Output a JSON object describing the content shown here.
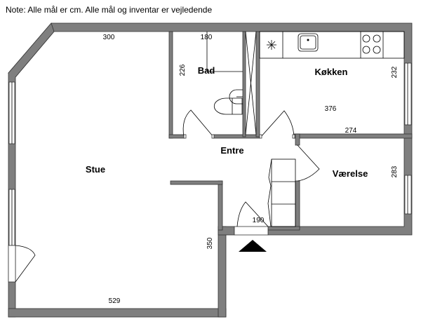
{
  "note": "Note: Alle mål er cm. Alle mål og inventar er vejledende",
  "rooms": {
    "stue": "Stue",
    "bad": "Bad",
    "kokken": "Køkken",
    "entre": "Entre",
    "vaerelse": "Værelse"
  },
  "dimensions": {
    "stue_top": "300",
    "stue_bottom": "529",
    "stue_side": "350",
    "bad_width": "180",
    "bad_height": "226",
    "kokken_height": "232",
    "kokken_width": "376",
    "vaerelse_width": "274",
    "vaerelse_height": "283",
    "entre_width": "190"
  },
  "colors": {
    "wall": "#7f7f7f"
  }
}
